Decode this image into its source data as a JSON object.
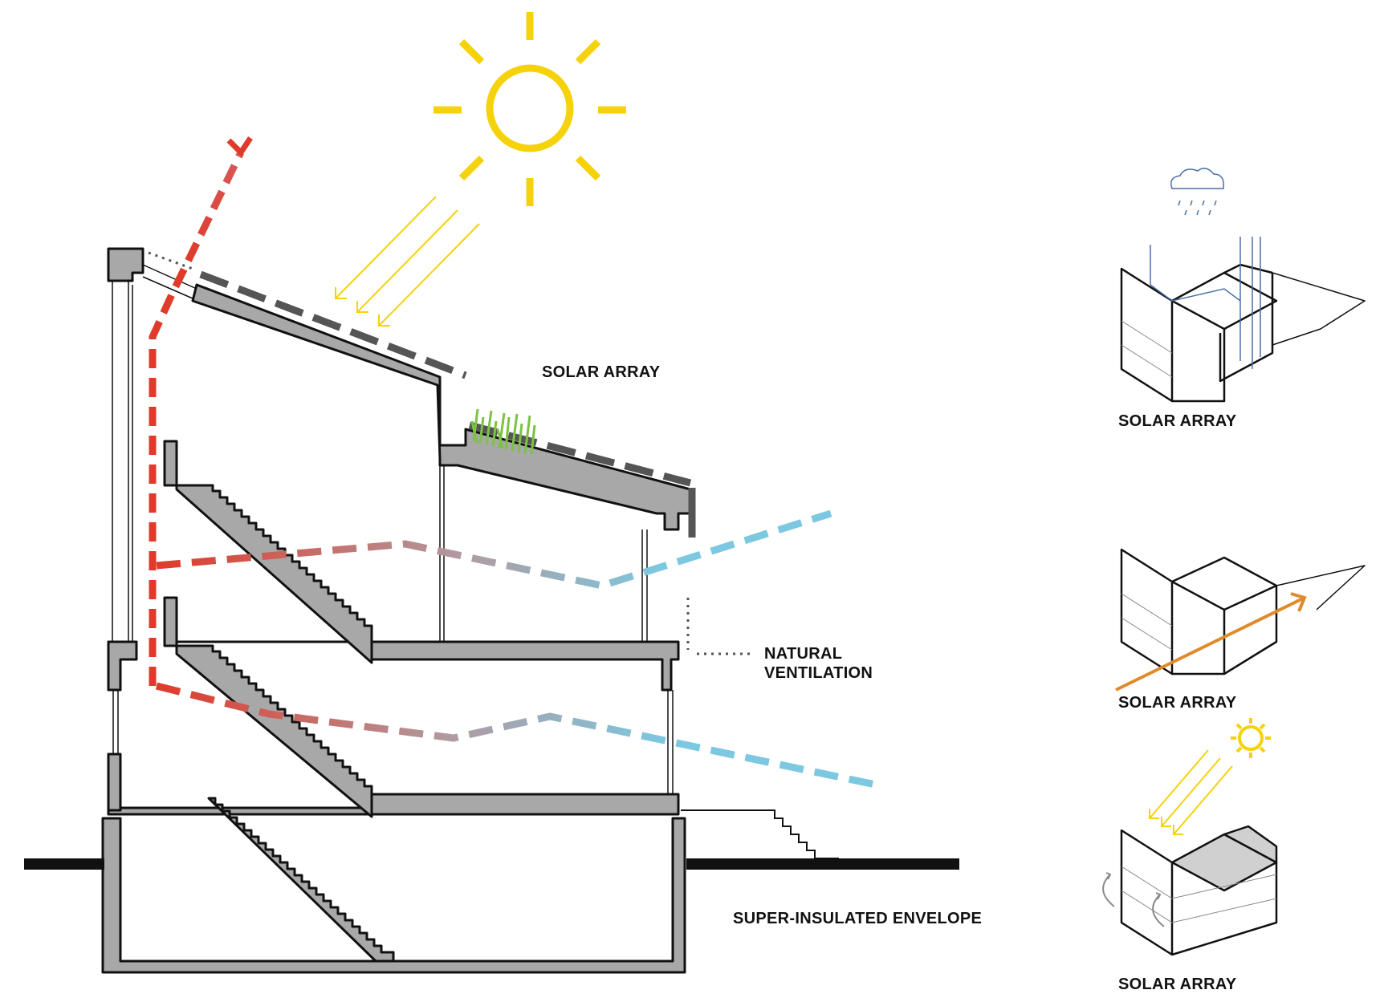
{
  "labels": {
    "solar_array_main": "SOLAR ARRAY",
    "natural_ventilation_line1": "NATURAL",
    "natural_ventilation_line2": "VENTILATION",
    "super_insulated_envelope": "SUPER-INSULATED ENVELOPE",
    "panel_rainwater_caption": "SOLAR ARRAY",
    "panel_cross_vent_caption": "SOLAR ARRAY",
    "panel_solar_gain_caption": "SOLAR ARRAY"
  },
  "colors": {
    "structure_fill": "#a8a8a8",
    "outline": "#111111",
    "solar_panel": "#555555",
    "sun": "#f5d20a",
    "warm_air": "#e03a2a",
    "cool_air": "#7cc8e0",
    "green_roof": "#7dc242",
    "rain": "#4a6fa5",
    "wind_arrow": "#e08a2a"
  }
}
